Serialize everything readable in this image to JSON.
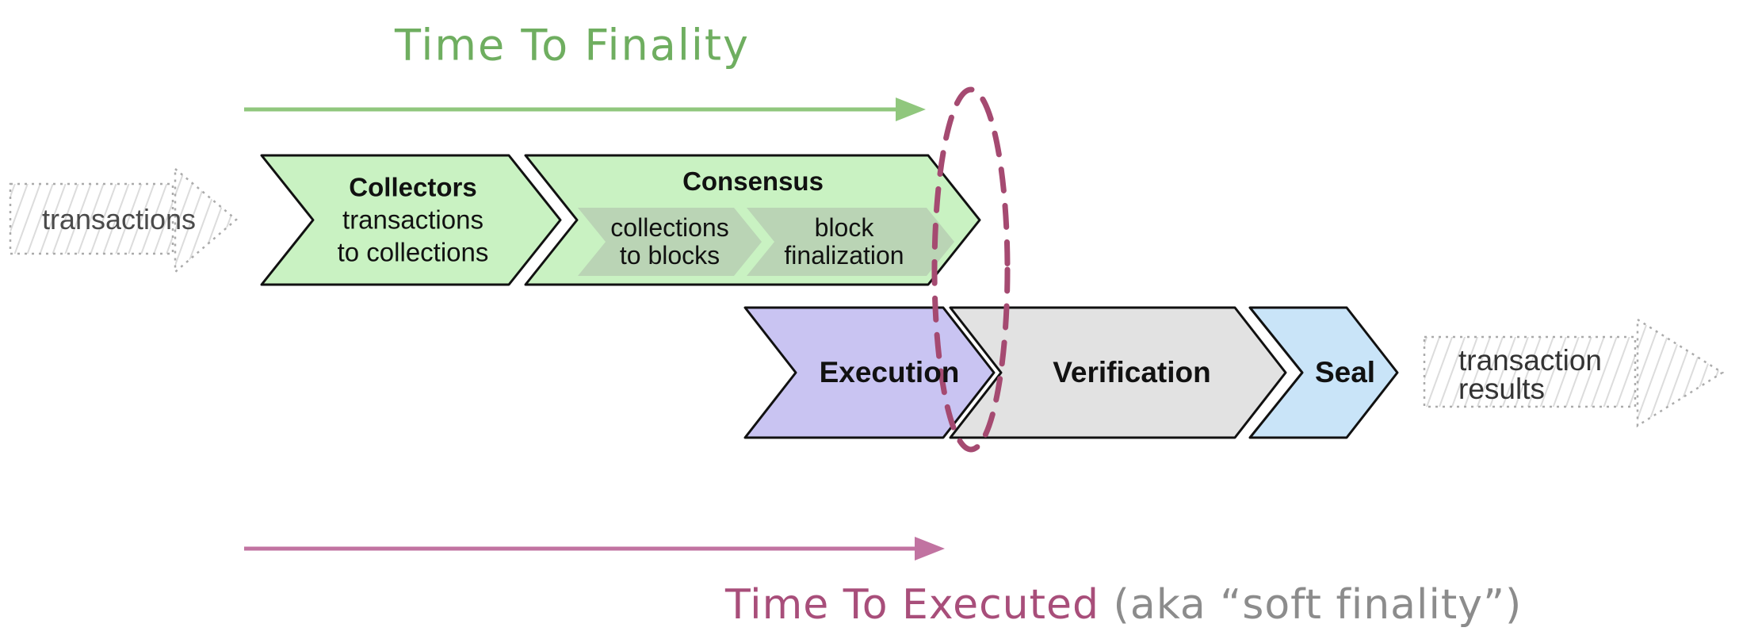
{
  "titles": {
    "finality": "Time To Finality",
    "executed": "Time To Executed",
    "executed_suffix": " (aka “soft finality”)"
  },
  "colors": {
    "stage_green": "#C9F2C2",
    "stage_green_sub": "#BAD4B5",
    "stage_lavender": "#C9C4F2",
    "stage_gray": "#E2E2E2",
    "stage_blue": "#C9E4F8",
    "stage_border": "#111111",
    "finality_title_green": "#6FAE60",
    "finality_arrow_green": "#90C77D",
    "executed_title_pink": "#A84E7A",
    "executed_arrow_pink": "#C173A1",
    "ellipse_maroon": "#A54A71",
    "caption_suffix_gray": "#8C8C8C",
    "sketch_border_gray": "#ABABAB",
    "sketch_hatch_gray": "#DCDCDC",
    "sketch_text_gray": "#4A4A4A"
  },
  "io": {
    "input_label": "transactions",
    "output_label_line1": "transaction",
    "output_label_line2": "results"
  },
  "stages": {
    "collectors": {
      "title": "Collectors",
      "line1": "transactions",
      "line2": "to collections"
    },
    "consensus": {
      "title": "Consensus",
      "sub1_line1": "collections",
      "sub1_line2": "to blocks",
      "sub2_line1": "block",
      "sub2_line2": "finalization"
    },
    "execution": {
      "title": "Execution"
    },
    "verification": {
      "title": "Verification"
    },
    "seal": {
      "title": "Seal"
    }
  }
}
